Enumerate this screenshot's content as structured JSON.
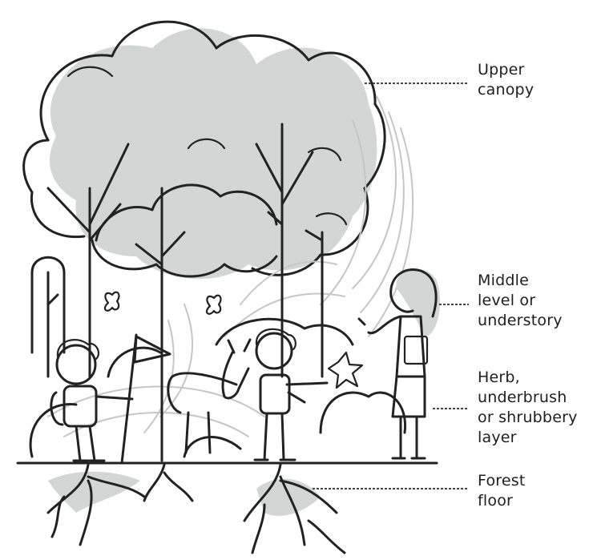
{
  "labels": {
    "upper_canopy": "Upper\ncanopy",
    "middle_level": "Middle\nlevel or\nunderstory",
    "herb_layer": "Herb,\nunderbrush\nor shrubbery\nlayer",
    "forest_floor": "Forest\nfloor"
  },
  "colors": {
    "ink": "#222222",
    "shade": "#d3d6d4",
    "text": "#1e1e1e"
  }
}
